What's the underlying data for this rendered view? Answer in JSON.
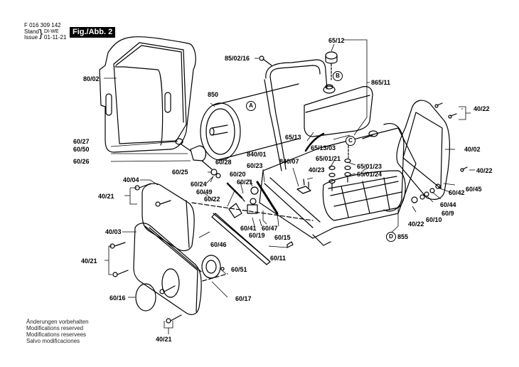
{
  "header": {
    "part_number": "F 016 309 142",
    "stand_label": "Stand",
    "stand_value": "DI-WE",
    "issue_label": "Issue",
    "issue_value": "01-11-21",
    "figure_title": "Fig./Abb. 2"
  },
  "footer_notes": [
    "Änderungen vorbehalten",
    "Modifications reserved",
    "Modifications reservees",
    "Salvo modificaciones"
  ],
  "callouts": {
    "A": "A",
    "B": "B",
    "C": "C",
    "D": "D"
  },
  "labels": {
    "p65_12": "65/12",
    "p85_02_16": "85/02/16",
    "p865_11": "865/11",
    "p80_02": "80/02",
    "p850": "850",
    "p40_22_a": "40/22",
    "p40_22_b": "40/22",
    "p40_22_c": "40/22",
    "p40_02": "40/02",
    "p60_27": "60/27",
    "p60_50": "60/50",
    "p60_26": "60/26",
    "p65_13": "65/13",
    "p65_13_03": "65/13/03",
    "p840_01": "840/01",
    "p840_07": "840/07",
    "p65_01_21": "65/01/21",
    "p65_01_23": "65/01/23",
    "p65_01_24": "65/01/24",
    "p40_23": "40/23",
    "p60_28": "60/28",
    "p60_23": "60/23",
    "p60_20": "60/20",
    "p60_21": "60/21",
    "p60_25": "60/25",
    "p60_24": "60/24",
    "p60_49": "60/49",
    "p60_22": "60/22",
    "p40_04": "40/04",
    "p40_21_a": "40/21",
    "p40_21_b": "40/21",
    "p40_21_c": "40/21",
    "p40_03": "40/03",
    "p60_41": "60/41",
    "p60_47": "60/47",
    "p60_19": "60/19",
    "p60_15": "60/15",
    "p60_46": "60/46",
    "p60_11": "60/11",
    "p60_51": "60/51",
    "p60_16": "60/16",
    "p60_17": "60/17",
    "p60_45": "60/45",
    "p60_42": "60/42",
    "p60_44": "60/44",
    "p60_9": "60/9",
    "p60_10": "60/10",
    "p855": "855"
  }
}
